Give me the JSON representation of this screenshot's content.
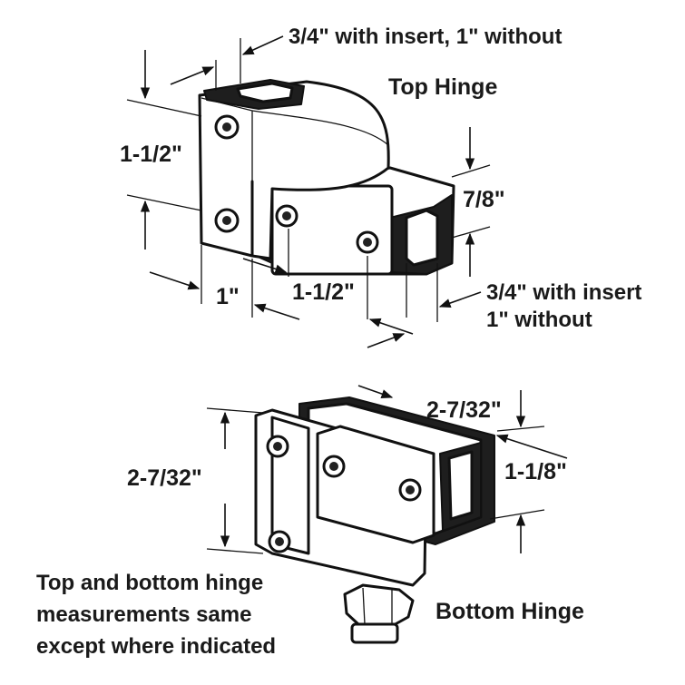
{
  "top_hinge": {
    "title": "Top Hinge",
    "dims": {
      "slot_width": "3/4\" with insert, 1\" without",
      "height_left": "1-1/2\"",
      "depth_right": "7/8\"",
      "base_left": "1\"",
      "base_mid": "1-1/2\"",
      "right_slot_line1": "3/4\" with insert",
      "right_slot_line2": "1\" without"
    }
  },
  "bottom_hinge": {
    "title": "Bottom Hinge",
    "dims": {
      "top_width": "2-7/32\"",
      "left_height": "2-7/32\"",
      "right_depth": "1-1/8\""
    }
  },
  "note": {
    "line1": "Top and bottom hinge",
    "line2": "measurements same",
    "line3": "except where indicated"
  }
}
